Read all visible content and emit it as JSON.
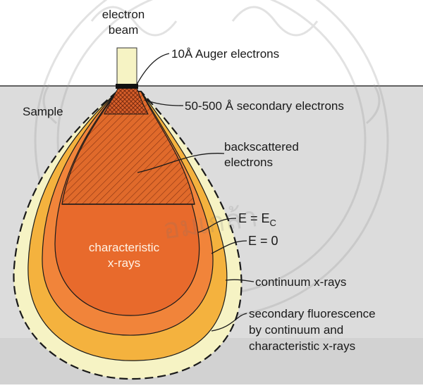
{
  "labels": {
    "beam_line1": "electron",
    "beam_line2": "beam",
    "auger": "10Å Auger electrons",
    "sample": "Sample",
    "secondary": "50-500 Å  secondary electrons",
    "backscatter_line1": "backscattered",
    "backscatter_line2": "electrons",
    "e_ec": "E = E",
    "e_ec_sub": "C",
    "e_zero": "E = 0",
    "characteristic_line1": "characteristic",
    "characteristic_line2": "x-rays",
    "continuum": "continuum x-rays",
    "fluor_line1": "secondary fluorescence",
    "fluor_line2": "by continuum and",
    "fluor_line3": "characteristic x-rays"
  },
  "watermark": {
    "text": "อ ม เ ก ล้ า คุ ณ พ ห ร",
    "kind": "university-seal-watermark"
  },
  "colors": {
    "sample_bg": "#dcdcdc",
    "outer_halo": "#f6f3c4",
    "fluorescence": "#f4b23e",
    "continuum": "#f1843a",
    "characteristic": "#e86a2c",
    "backscatter_hatch": "#c2571f",
    "beam": "#f6f3c4"
  }
}
